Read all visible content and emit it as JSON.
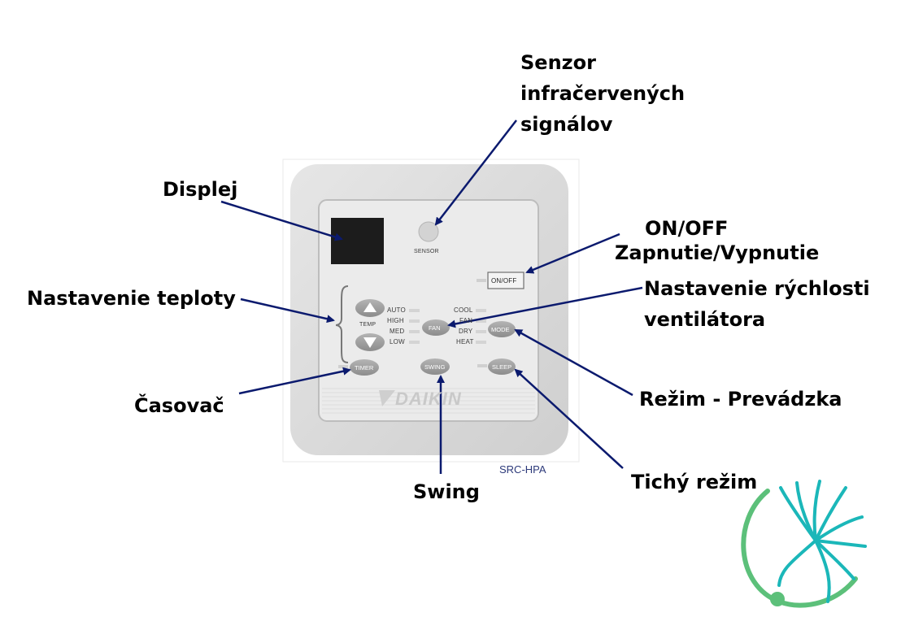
{
  "callouts": {
    "sensor": [
      "Senzor",
      "infračervených",
      "signálov"
    ],
    "display": "Displej",
    "onoff_title": "ON/OFF",
    "onoff_desc": "Zapnutie/Vypnutie",
    "temperature": "Nastavenie teploty",
    "fan_speed": [
      "Nastavenie rýchlosti",
      "ventilátora"
    ],
    "timer": "Časovač",
    "mode": "Režim - Prevádzka",
    "swing": "Swing",
    "sleep": "Tichý režim"
  },
  "panel": {
    "sensor_label": "SENSOR",
    "onoff_button": "ON/OFF",
    "temp_label": "TEMP",
    "fan_levels": [
      "AUTO",
      "HIGH",
      "MED",
      "LOW"
    ],
    "modes": [
      "COOL",
      "FAN",
      "DRY",
      "HEAT"
    ],
    "fan_button": "FAN",
    "mode_button": "MODE",
    "timer_button": "TIMER",
    "swing_button": "SWING",
    "sleep_button": "SLEEP",
    "brand": "DAIKIN",
    "model": "SRC-HPA"
  },
  "colors": {
    "arrow": "#0b1a6e",
    "panel_frame": "#d9d9d9",
    "button": "#9a9a9a",
    "logo_teal": "#1bb7b9",
    "logo_green": "#5cc07a"
  }
}
